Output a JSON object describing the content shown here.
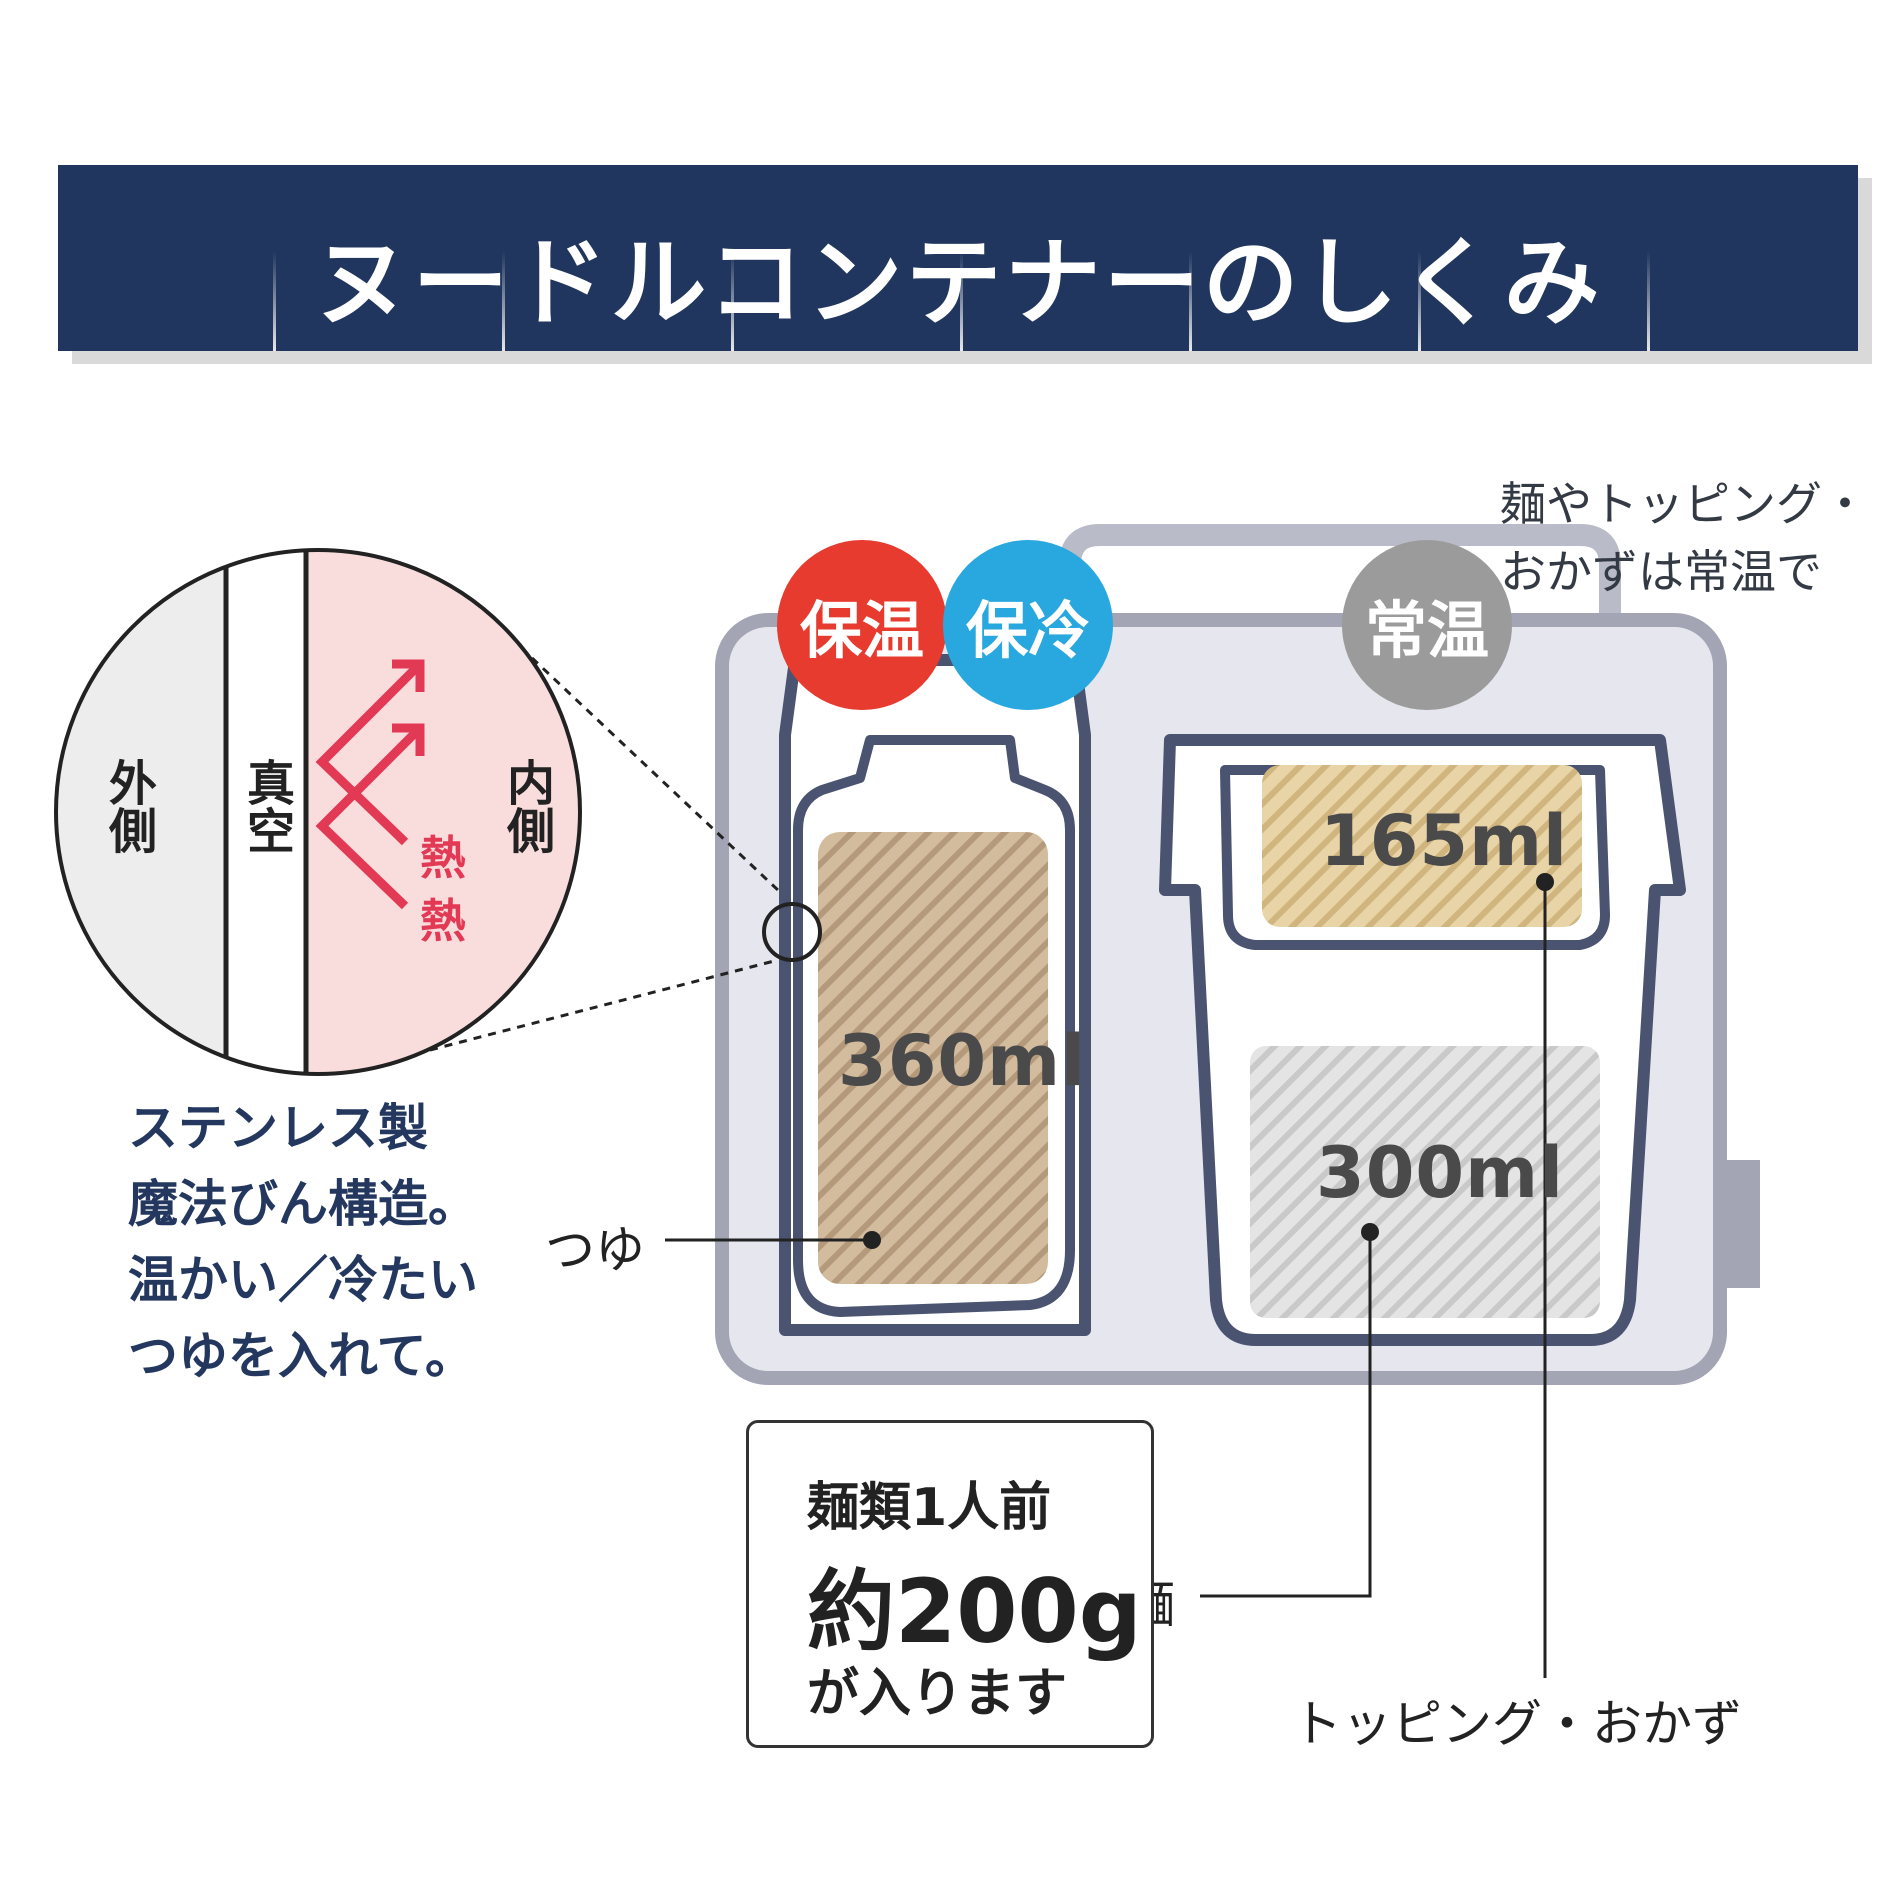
{
  "title": "ヌードルコンテナーのしくみ",
  "note_right": [
    "麺やトッピング・",
    "おかずは常温で"
  ],
  "badges": {
    "keep_warm": "保温",
    "keep_cold": "保冷",
    "room_temp": "常温"
  },
  "magnifier": {
    "outer": "外側",
    "vacuum": "真空",
    "inner": "内側",
    "heat_1": "熱",
    "heat_2": "熱"
  },
  "volumes": {
    "soup": "360ml",
    "topping": "165ml",
    "noodle": "300ml"
  },
  "description": [
    "ステンレス製",
    "魔法びん構造。",
    "温かい／冷たい",
    "つゆを入れて。"
  ],
  "labels": {
    "soup": "つゆ",
    "noodle": "麺",
    "topping": "トッピング・おかず"
  },
  "info_box": {
    "line1": "麺類1人前",
    "line2": "約200g",
    "line3": "が入ります"
  },
  "colors": {
    "navy": "#20365e",
    "warm_red": "#e63b2e",
    "cold_blue": "#29a7df",
    "room_gray": "#9b9b9b",
    "heat_pink": "#e23a55"
  }
}
